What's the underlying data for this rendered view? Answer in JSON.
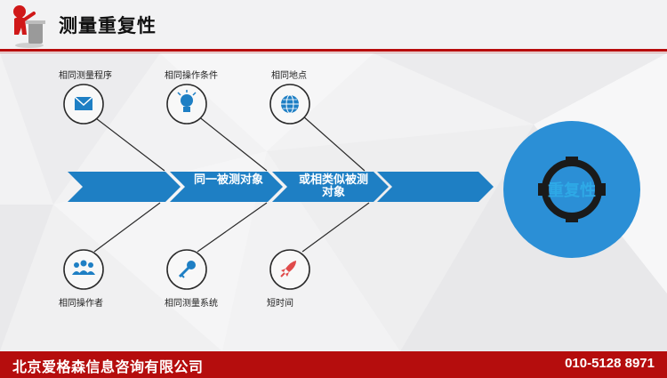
{
  "header": {
    "title": "测量重复性"
  },
  "diagram": {
    "top_nodes": [
      {
        "label": "相同测量程序",
        "icon": "envelope-icon"
      },
      {
        "label": "相同操作条件",
        "icon": "lightbulb-icon"
      },
      {
        "label": "相同地点",
        "icon": "globe-icon"
      }
    ],
    "bottom_nodes": [
      {
        "label": "相同操作者",
        "icon": "people-icon"
      },
      {
        "label": "相同测量系统",
        "icon": "key-icon"
      },
      {
        "label": "短时间",
        "icon": "rocket-icon"
      }
    ],
    "segments": [
      {
        "label": "同一被测对象"
      },
      {
        "label": "或相类似被测对象"
      }
    ],
    "hub": {
      "label": "重复性"
    },
    "colors": {
      "arrow": "#1e7fc4",
      "hub": "#2b8fd6",
      "ring": "#1a1a1a"
    }
  },
  "footer": {
    "company": "北京爱格森信息咨询有限公司",
    "phone": "010-5128 8971"
  }
}
